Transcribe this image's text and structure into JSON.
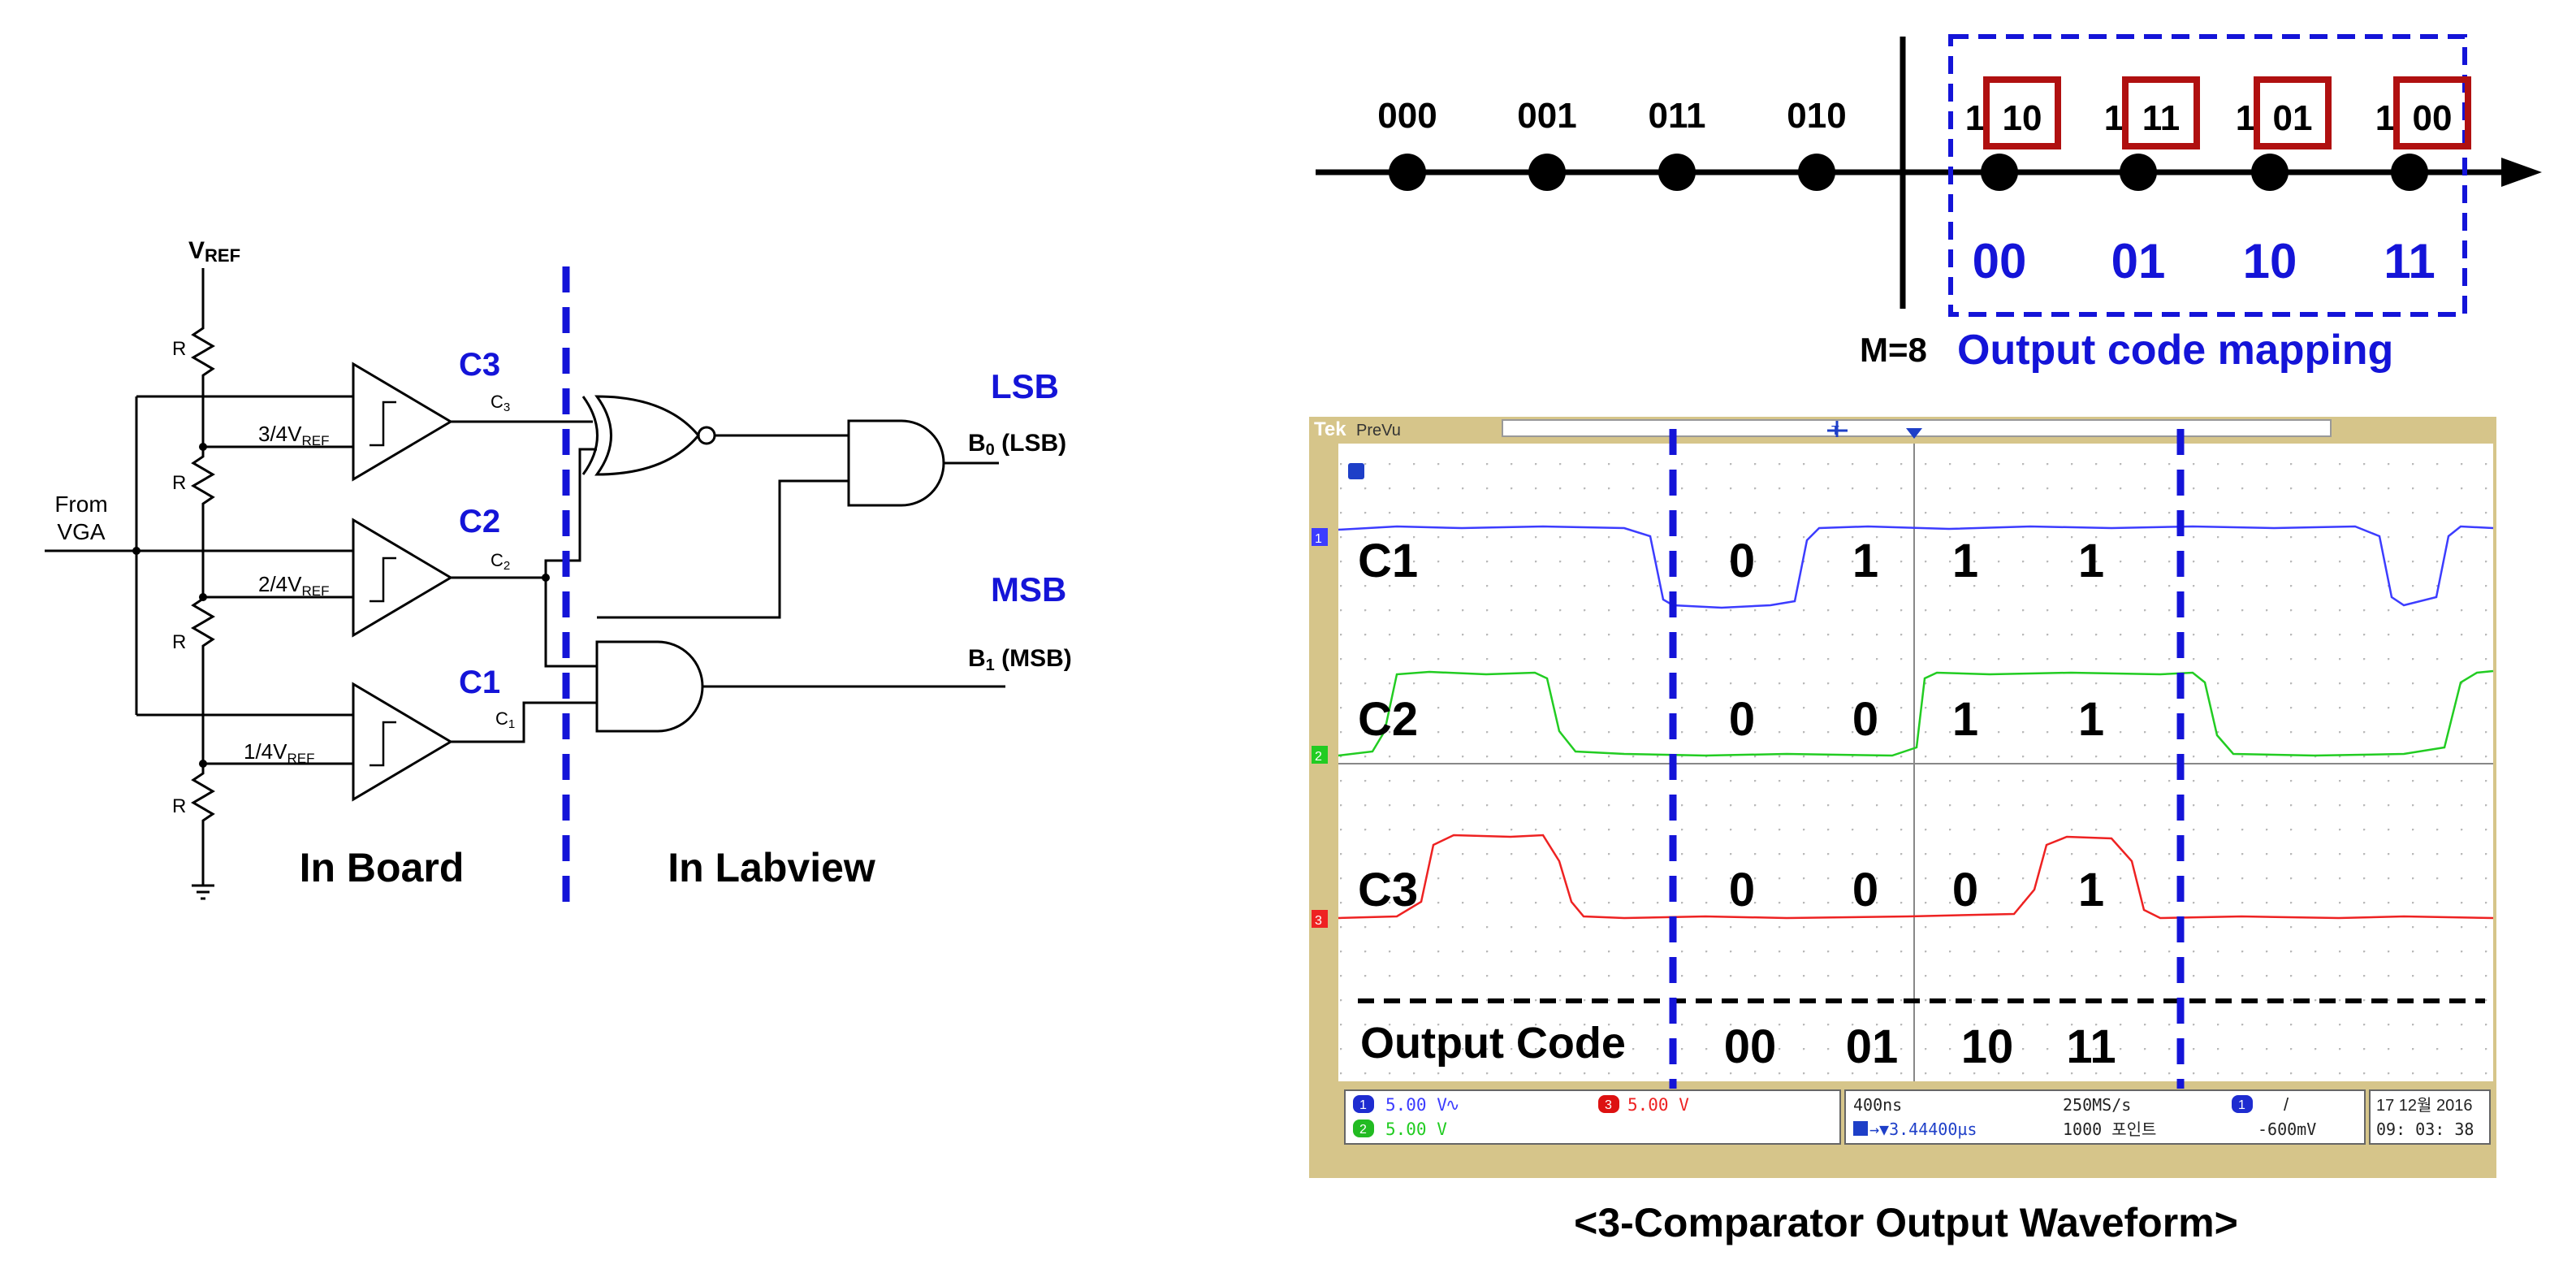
{
  "circuit": {
    "vref": "V",
    "vref_sub": "REF",
    "resistor_label": "R",
    "input_label_1": "From",
    "input_label_2": "VGA",
    "taps": [
      {
        "frac": "3/4V",
        "sub": "REF"
      },
      {
        "frac": "2/4V",
        "sub": "REF"
      },
      {
        "frac": "1/4V",
        "sub": "REF"
      }
    ],
    "comparators": [
      {
        "name": "C3",
        "pin": "C",
        "pin_sub": "3"
      },
      {
        "name": "C2",
        "pin": "C",
        "pin_sub": "2"
      },
      {
        "name": "C1",
        "pin": "C",
        "pin_sub": "1"
      }
    ],
    "lsb_title": "LSB",
    "lsb_out": "B",
    "lsb_out_sub": "0",
    "lsb_out_suffix": " (LSB)",
    "msb_title": "MSB",
    "msb_out": "B",
    "msb_out_sub": "1",
    "msb_out_suffix": " (MSB)",
    "board_label": "In Board",
    "labview_label": "In Labview"
  },
  "mapping": {
    "left_codes": [
      "000",
      "001",
      "011",
      "010"
    ],
    "right_codes": [
      {
        "prefix": "1",
        "boxed": "10"
      },
      {
        "prefix": "1",
        "boxed": "11"
      },
      {
        "prefix": "1",
        "boxed": "01"
      },
      {
        "prefix": "1",
        "boxed": "00"
      }
    ],
    "output_codes": [
      "00",
      "01",
      "10",
      "11"
    ],
    "m_label": "M=8",
    "mapping_title": "Output code mapping",
    "box_color": "#b01010",
    "accent_color": "#1414d8"
  },
  "scope": {
    "brand": "Tek",
    "mode": "PreVu",
    "trigger_marker": "T",
    "channels": [
      {
        "label": "C1",
        "bits": [
          "0",
          "1",
          "1",
          "1"
        ],
        "color": "#3c3cff",
        "marker": "1"
      },
      {
        "label": "C2",
        "bits": [
          "0",
          "0",
          "1",
          "1"
        ],
        "color": "#22cc22",
        "marker": "3"
      },
      {
        "label": "C3",
        "bits": [
          "0",
          "0",
          "0",
          "1"
        ],
        "color": "#ee2222",
        "marker": "2"
      }
    ],
    "output_label": "Output Code",
    "output_values": [
      "00",
      "01",
      "10",
      "11"
    ],
    "status": {
      "ch1_scale": "5.00 V",
      "ch1_coupling": "∿",
      "ch2_scale": "5.00 V",
      "ch3_scale": "5.00 V",
      "timebase": "400ns",
      "sample_rate": "250MS/s",
      "position": "→▼3.44400µs",
      "record_length": "1000 포인트",
      "trig_slope": "/",
      "trig_level": "-600mV",
      "date": "17 12월  2016",
      "time": "09: 03: 38"
    },
    "caption": "<3-Comparator Output Waveform>"
  }
}
